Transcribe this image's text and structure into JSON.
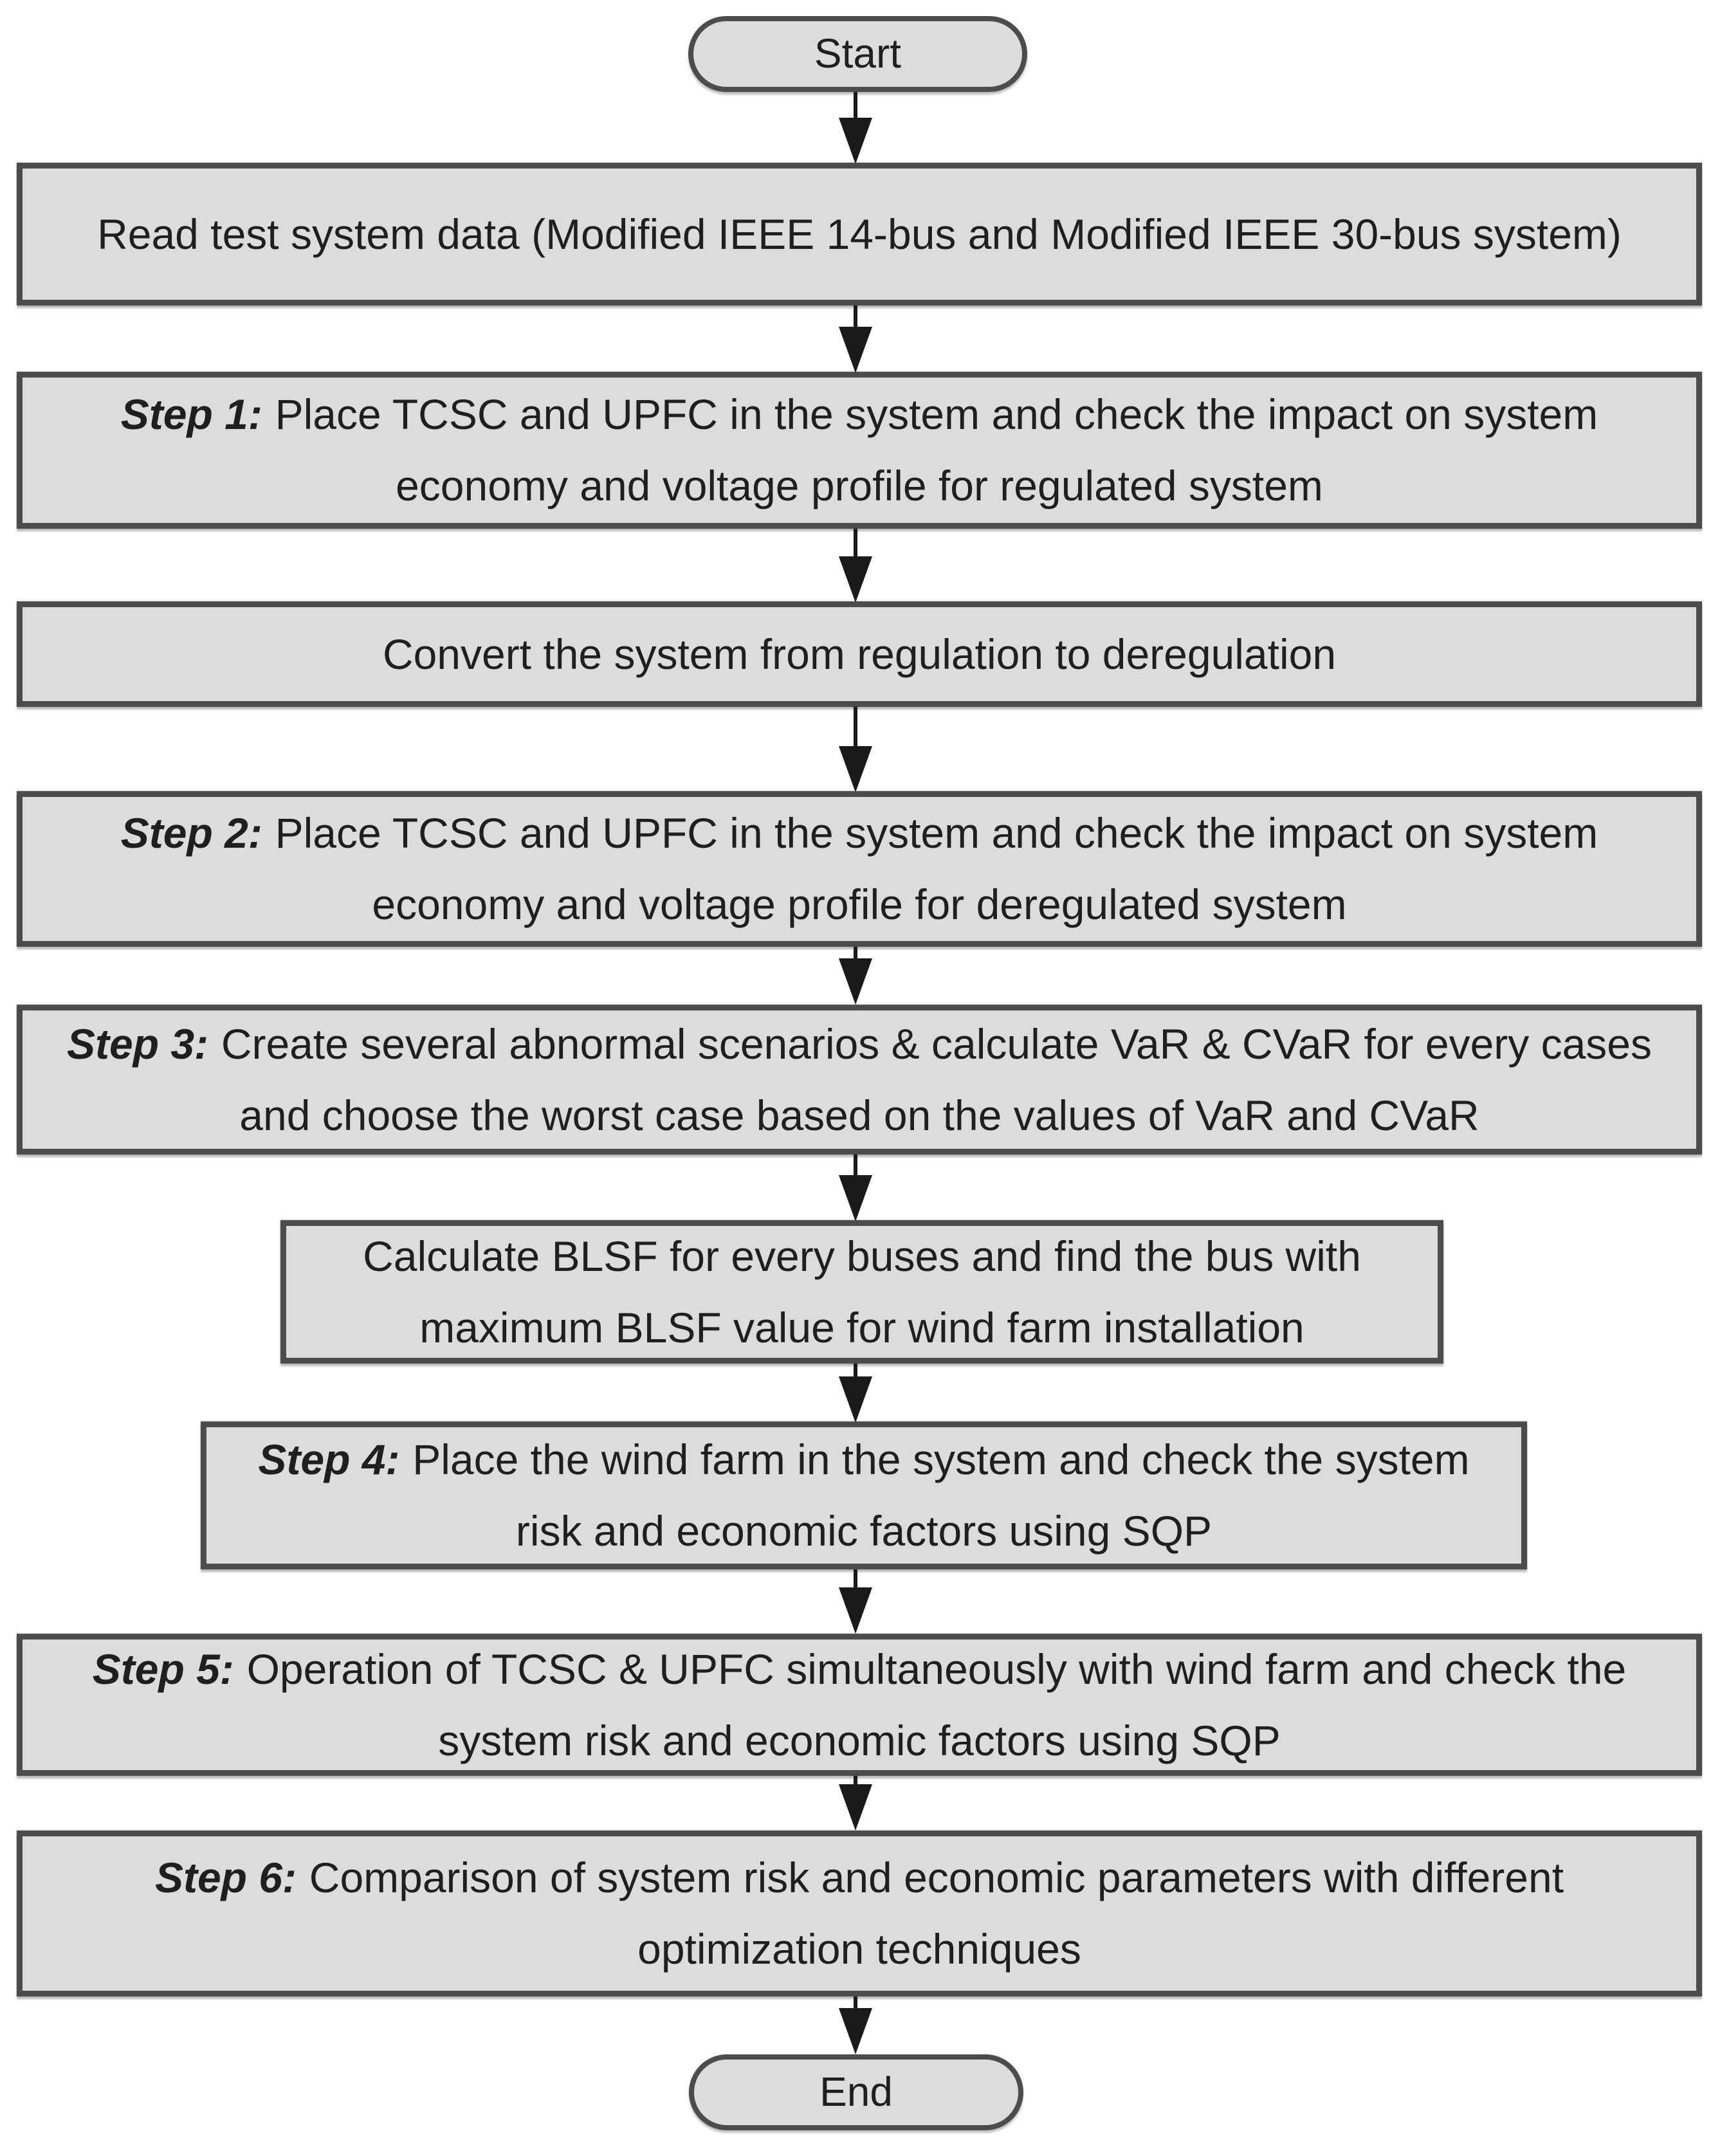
{
  "diagram": {
    "type": "flowchart",
    "colors": {
      "node_fill": "#dcdcdc",
      "node_border": "#4c4c4c",
      "arrow": "#1a1a1a",
      "text": "#1f1f1f",
      "background": "#ffffff"
    },
    "nodes": [
      {
        "id": "start",
        "type": "terminator",
        "prefix": "",
        "text": "Start"
      },
      {
        "id": "read-data",
        "type": "process",
        "prefix": "",
        "text": "Read test system data (Modified IEEE 14-bus and Modified IEEE 30-bus system)"
      },
      {
        "id": "step-1",
        "type": "process",
        "prefix": "Step 1:",
        "text": "Place TCSC and UPFC in the system and check the impact on system economy and voltage profile for regulated system"
      },
      {
        "id": "convert",
        "type": "process",
        "prefix": "",
        "text": "Convert the system from regulation to deregulation"
      },
      {
        "id": "step-2",
        "type": "process",
        "prefix": "Step 2:",
        "text": "Place TCSC and UPFC in the system and check the impact on system economy and voltage profile for deregulated system"
      },
      {
        "id": "step-3",
        "type": "process",
        "prefix": "Step 3:",
        "text": "Create several abnormal scenarios & calculate VaR & CVaR for every cases and choose the worst case based on the values of VaR and CVaR"
      },
      {
        "id": "calc-blsf",
        "type": "process",
        "prefix": "",
        "text": "Calculate BLSF for every buses and find the bus with maximum BLSF value for wind farm installation"
      },
      {
        "id": "step-4",
        "type": "process",
        "prefix": "Step 4:",
        "text": "Place the wind farm in the system and check the system risk and economic factors using SQP"
      },
      {
        "id": "step-5",
        "type": "process",
        "prefix": "Step 5:",
        "text": "Operation of TCSC & UPFC simultaneously with wind farm and check the system risk and economic factors using SQP"
      },
      {
        "id": "step-6",
        "type": "process",
        "prefix": "Step 6:",
        "text": "Comparison of system risk and economic parameters with different optimization techniques"
      },
      {
        "id": "end",
        "type": "terminator",
        "prefix": "",
        "text": "End"
      }
    ],
    "edges": [
      {
        "from": "start",
        "to": "read-data"
      },
      {
        "from": "read-data",
        "to": "step-1"
      },
      {
        "from": "step-1",
        "to": "convert"
      },
      {
        "from": "convert",
        "to": "step-2"
      },
      {
        "from": "step-2",
        "to": "step-3"
      },
      {
        "from": "step-3",
        "to": "calc-blsf"
      },
      {
        "from": "calc-blsf",
        "to": "step-4"
      },
      {
        "from": "step-4",
        "to": "step-5"
      },
      {
        "from": "step-5",
        "to": "step-6"
      },
      {
        "from": "step-6",
        "to": "end"
      }
    ]
  }
}
